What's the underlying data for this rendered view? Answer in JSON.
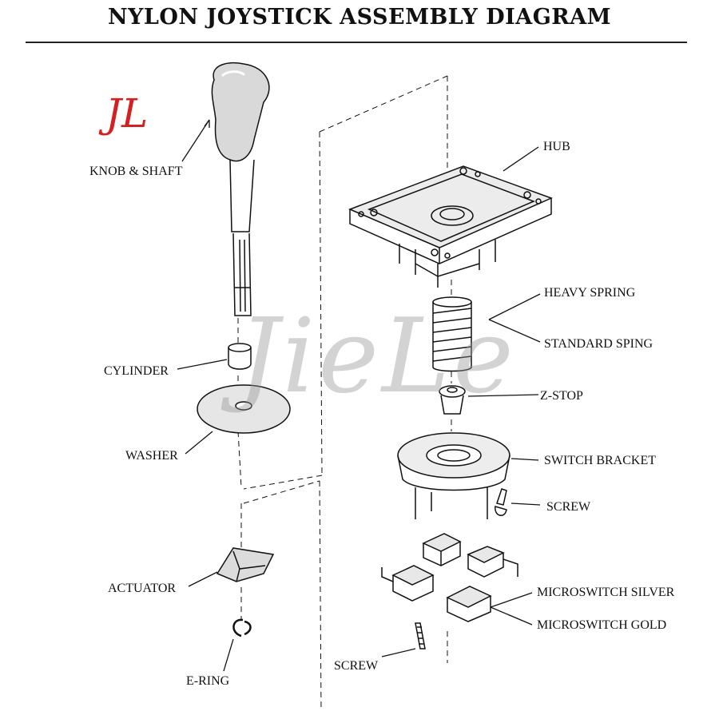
{
  "title": "NYLON JOYSTICK ASSEMBLY DIAGRAM",
  "logo": "JL",
  "watermark": "JieLe",
  "labels": {
    "knob_shaft": "KNOB & SHAFT",
    "cylinder": "CYLINDER",
    "washer": "WASHER",
    "actuator": "ACTUATOR",
    "e_ring": "E-RING",
    "hub": "HUB",
    "heavy_spring": "HEAVY SPRING",
    "standard_spring": "STANDARD SPING",
    "z_stop": "Z-STOP",
    "switch_bracket": "SWITCH BRACKET",
    "screw_upper": "SCREW",
    "microswitch_silver": "MICROSWITCH SILVER",
    "microswitch_gold": "MICROSWITCH GOLD",
    "screw_lower": "SCREW"
  },
  "colors": {
    "ink": "#111111",
    "logo": "#d42020",
    "watermark": "#969696"
  }
}
